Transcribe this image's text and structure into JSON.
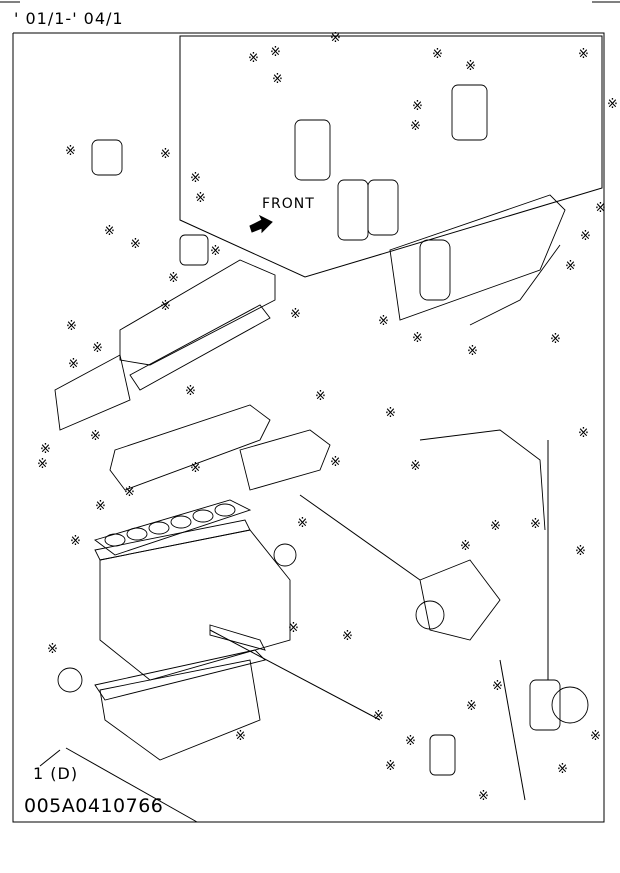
{
  "header": {
    "date_range": "' 01/1-' 04/1"
  },
  "diagram": {
    "front_label": "FRONT",
    "kit_label": "1 (D)",
    "illustration_code": "005A0410766",
    "marker_symbol": "※"
  }
}
